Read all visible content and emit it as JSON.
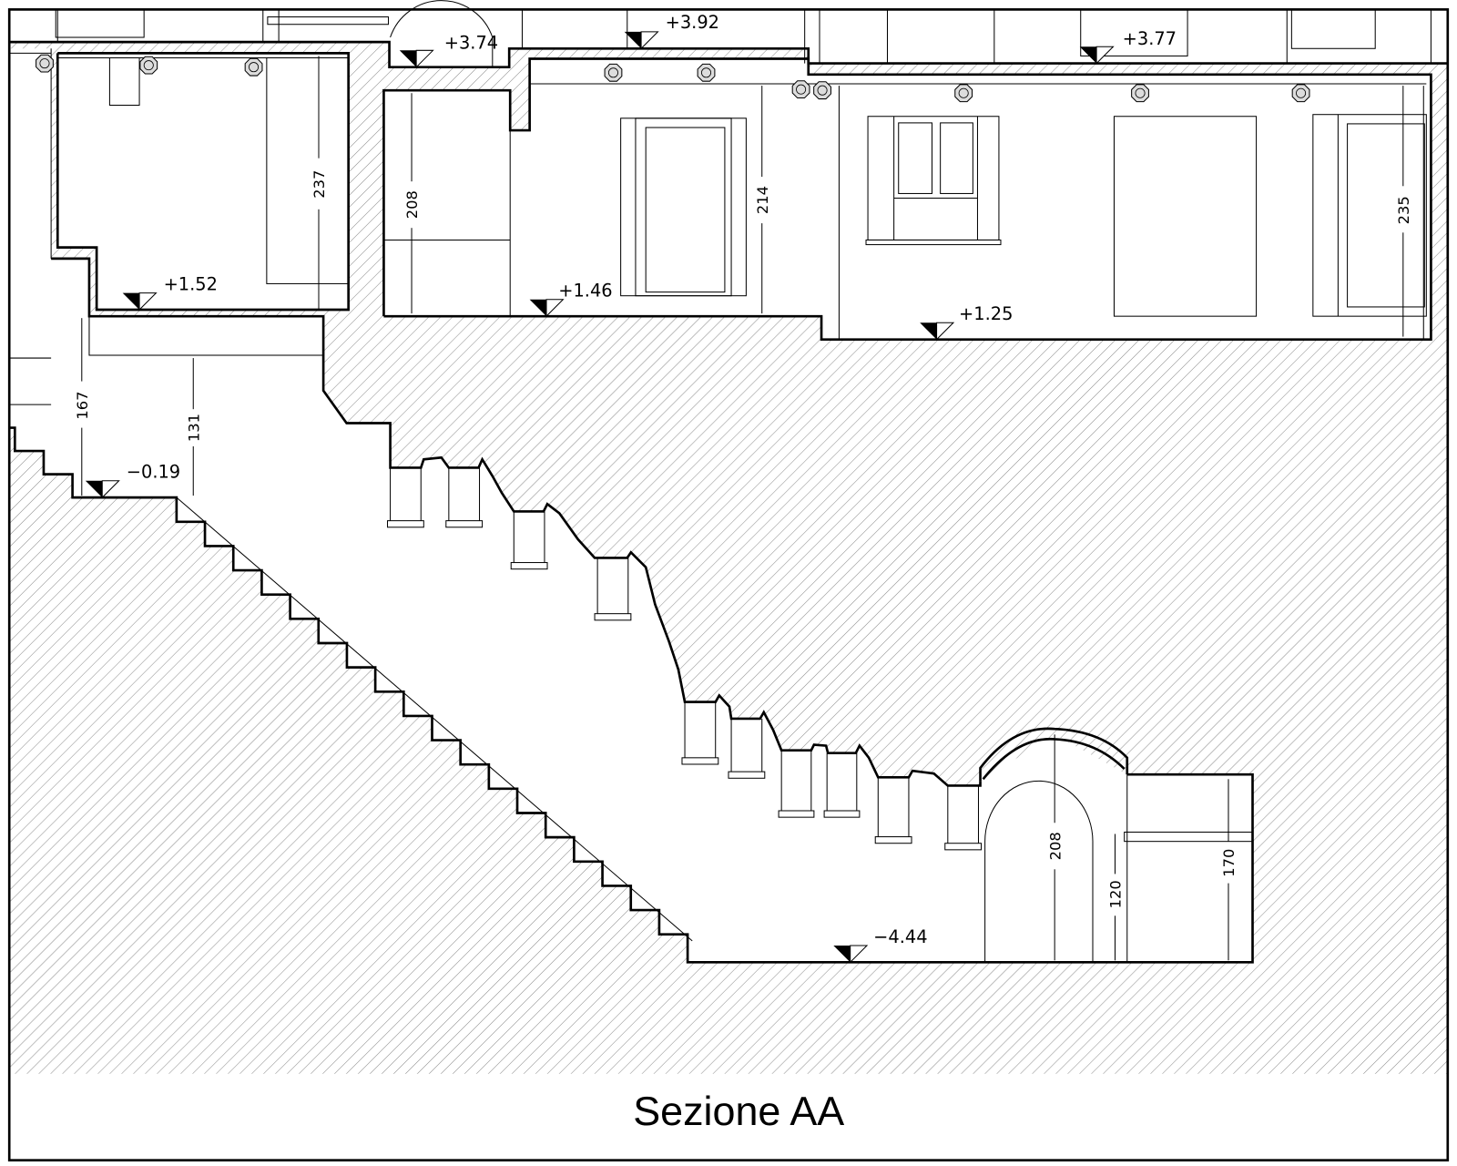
{
  "drawing": {
    "title": "Sezione AA",
    "elevations": {
      "e374": "+3.74",
      "e392": "+3.92",
      "e377": "+3.77",
      "e152": "+1.52",
      "e146": "+1.46",
      "e125": "+1.25",
      "em019": "−0.19",
      "em444": "−4.44"
    },
    "dimensions": {
      "d237": "237",
      "d208a": "208",
      "d214": "214",
      "d235": "235",
      "d167": "167",
      "d131": "131",
      "d208b": "208",
      "d120": "120",
      "d170": "170"
    },
    "colors": {
      "line": "#000000",
      "hatch": "#8a8a8a",
      "background": "#ffffff"
    }
  }
}
